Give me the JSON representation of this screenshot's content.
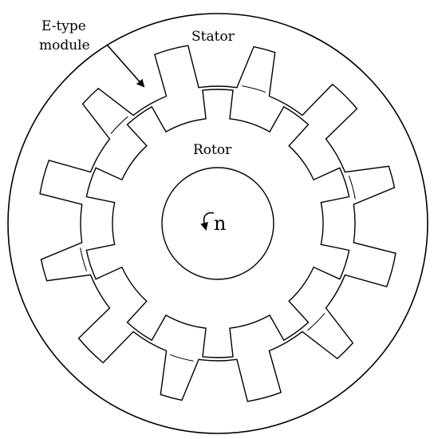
{
  "labels": {
    "module_line1": "E-type",
    "module_line2": "module",
    "stator": "Stator",
    "rotor": "Rotor",
    "speed": "n"
  },
  "structure": {
    "stator_teeth": 12,
    "rotor_teeth": 10
  },
  "colors": {
    "stroke": "#000000",
    "fill": "#ffffff"
  }
}
